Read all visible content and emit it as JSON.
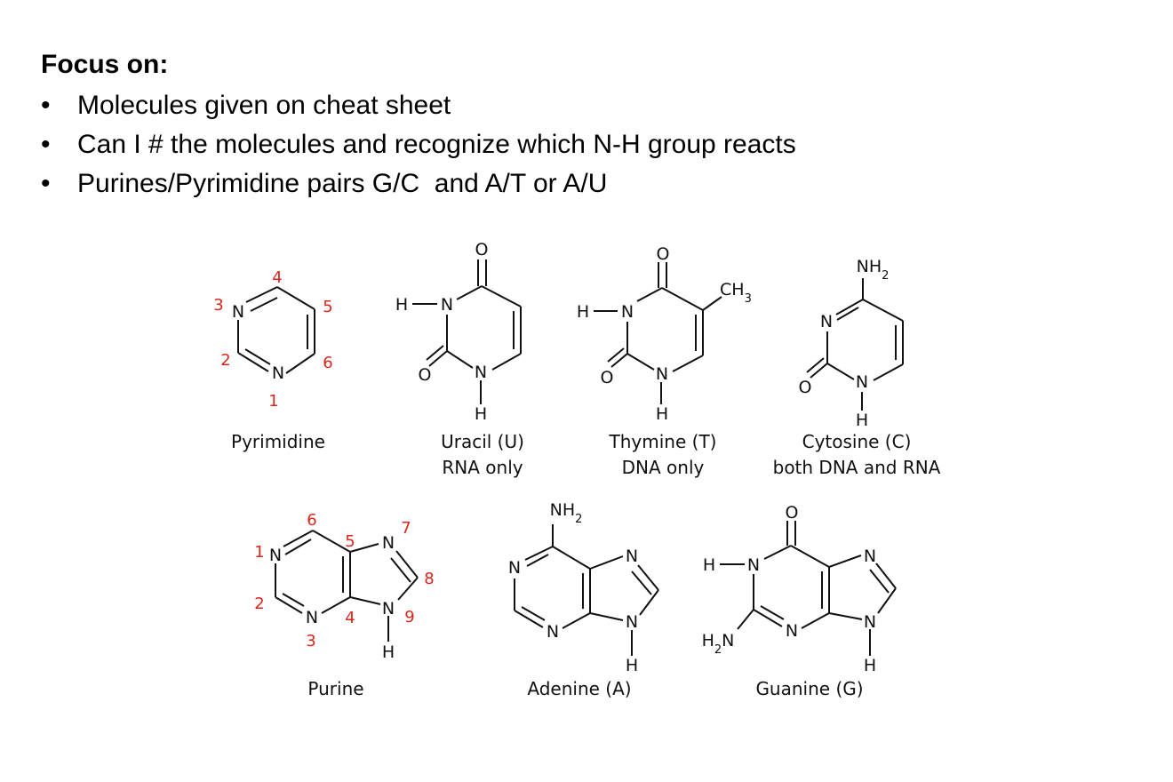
{
  "slide": {
    "heading": "Focus on:",
    "bullet_char": "•",
    "bullets": [
      "Molecules given on cheat sheet",
      "Can I # the molecules and recognize which N-H group reacts",
      "Purines/Pyrimidine pairs G/C  and A/T or A/U"
    ]
  },
  "structures": {
    "pyrimidine": {
      "name": "Pyrimidine",
      "atoms": [
        "N",
        "N"
      ],
      "numbers": [
        "1",
        "2",
        "3",
        "4",
        "5",
        "6"
      ]
    },
    "uracil": {
      "name": "Uracil (U)",
      "note": "RNA only",
      "atoms": [
        "O",
        "H",
        "N",
        "O",
        "N",
        "H"
      ]
    },
    "thymine": {
      "name": "Thymine (T)",
      "note": "DNA only",
      "atoms": [
        "O",
        "CH3",
        "H",
        "N",
        "O",
        "N",
        "H"
      ]
    },
    "cytosine": {
      "name": "Cytosine (C)",
      "note": "both DNA and RNA",
      "atoms": [
        "NH2",
        "N",
        "O",
        "N",
        "H"
      ]
    },
    "purine": {
      "name": "Purine",
      "atoms": [
        "N",
        "N",
        "N",
        "N",
        "H"
      ],
      "numbers": [
        "1",
        "2",
        "3",
        "4",
        "5",
        "6",
        "7",
        "8",
        "9"
      ]
    },
    "adenine": {
      "name": "Adenine (A)",
      "atoms": [
        "NH2",
        "N",
        "N",
        "N",
        "N",
        "H"
      ]
    },
    "guanine": {
      "name": "Guanine (G)",
      "atoms": [
        "O",
        "H",
        "N",
        "N",
        "N",
        "N",
        "H2N",
        "H"
      ]
    }
  },
  "colors": {
    "atom_numbers": "#e0241b",
    "text": "#000000"
  }
}
